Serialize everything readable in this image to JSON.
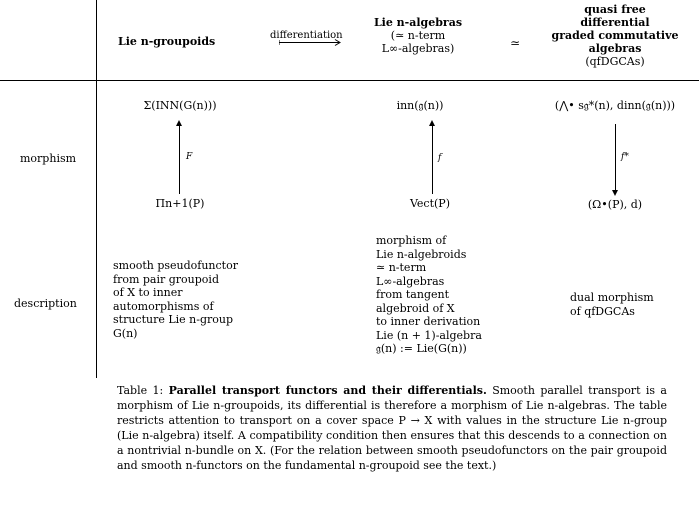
{
  "header": {
    "col1": "Lie n-groupoids",
    "differentiation": "differentiation",
    "col2_title": "Lie n-algebras",
    "col2_sub1": "(≃ n-term",
    "col2_sub2": "L∞-algebras)",
    "simeq": "≃",
    "col3_line1": "quasi free",
    "col3_line2": "differential",
    "col3_line3": "graded commutative",
    "col3_line4": "algebras",
    "col3_line5": "(qfDGCAs)"
  },
  "morphism_row": {
    "label": "morphism",
    "col1_top": "Σ(INN(G(n)))",
    "col1_bottom": "Πn+1(P)",
    "col1_arrow": "F",
    "col2_top": "inn(𝔤(n))",
    "col2_bottom": "Vect(P)",
    "col2_arrow": "f",
    "col3_top": "(⋀• s𝔤*(n), dinn(𝔤(n)))",
    "col3_bottom": "(Ω•(P), d)",
    "col3_arrow": "f*"
  },
  "description_row": {
    "label": "description",
    "col1": [
      "smooth pseudofunctor",
      "from pair groupoid",
      "of X to inner",
      "automorphisms of",
      "structure Lie n-group",
      "G(n)"
    ],
    "col2": [
      "morphism of",
      "Lie n-algebroids",
      "≃ n-term",
      "L∞-algebras",
      "from tangent",
      "algebroid of X",
      "to inner derivation",
      "Lie (n + 1)-algebra",
      "𝔤(n) := Lie(G(n))"
    ],
    "col3": [
      "dual morphism",
      "of qfDGCAs"
    ]
  },
  "caption": {
    "prefix": "Table 1: ",
    "bold": "Parallel transport functors and their differentials.",
    "text": " Smooth parallel transport is a morphism of Lie n-groupoids, its differential is therefore a morphism of Lie n-algebras. The table restricts attention to transport on a cover space P → X with values in the structure Lie n-group (Lie n-algebra) itself. A compatibility condition then ensures that this descends to a connection on a nontrivial n-bundle on X. (For the relation between smooth pseudofunctors on the pair groupoid and smooth n-functors on the fundamental n-groupoid see the text.)"
  }
}
